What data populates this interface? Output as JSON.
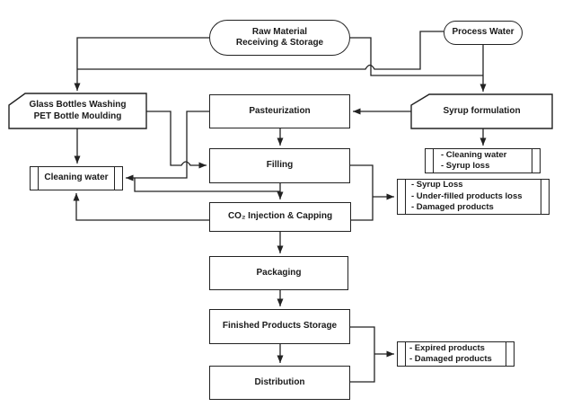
{
  "nodes": {
    "raw_material": "Raw Material\nReceiving & Storage",
    "process_water": "Process Water",
    "glass_bottles": "Glass Bottles Washing\nPET Bottle Moulding",
    "pasteurization": "Pasteurization",
    "syrup_formulation": "Syrup formulation",
    "cleaning_water": "Cleaning water",
    "filling": "Filling",
    "co2_injection": "CO₂ Injection & Capping",
    "pasteurization_losses": "- Cleaning water\n- Syrup loss",
    "filling_losses": "- Syrup Loss\n- Under-filled products loss\n- Damaged products",
    "packaging": "Packaging",
    "finished_storage": "Finished Products Storage",
    "distribution": "Distribution",
    "storage_losses": "- Expired products\n- Damaged products"
  },
  "colors": {
    "line": "#222222",
    "text": "#1a1a1a",
    "box_fill": "#ffffff",
    "background": "#ffffff"
  }
}
